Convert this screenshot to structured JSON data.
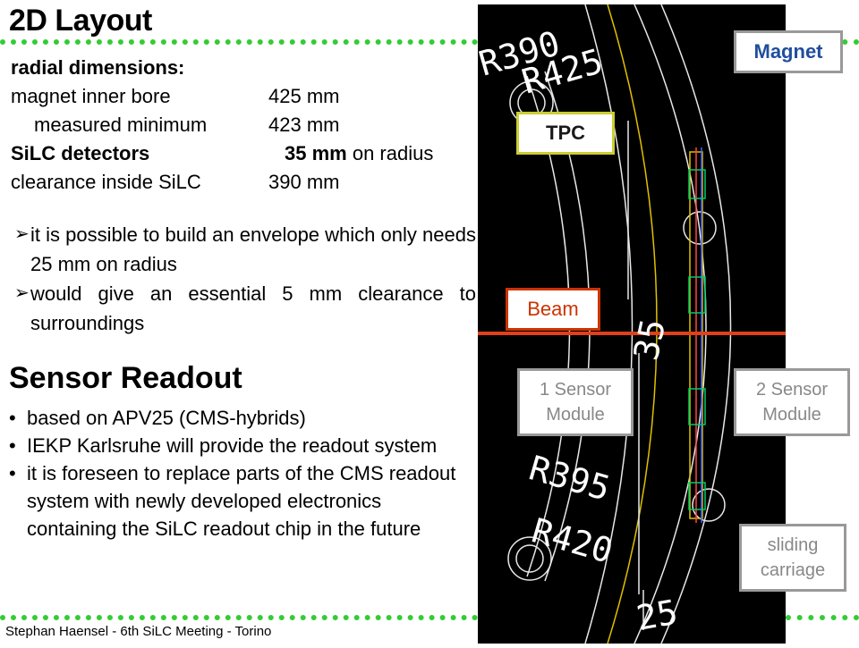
{
  "slide": {
    "title": "2D Layout",
    "footer": "Stephan Haensel - 6th SiLC Meeting - Torino"
  },
  "radial": {
    "heading": "radial dimensions:",
    "rows": [
      {
        "label": "magnet inner bore",
        "value": "425 mm"
      },
      {
        "label": "measured minimum",
        "value": "423 mm"
      },
      {
        "label": "SiLC detectors",
        "value": "35 mm",
        "suffix": " on radius"
      },
      {
        "label": "clearance inside SiLC",
        "value": "390 mm"
      }
    ],
    "arrow_items": [
      "it is possible to build an envelope which only needs 25 mm on radius",
      "would give an essential 5 mm clearance to surroundings"
    ]
  },
  "sensor": {
    "title": "Sensor Readout",
    "bullets": [
      "based on APV25 (CMS-hybrids)",
      "IEKP Karlsruhe will provide the readout system",
      "it is foreseen to replace parts of the CMS readout system with newly developed electronics containing the SiLC readout chip in the future"
    ]
  },
  "drawing": {
    "labels": {
      "r390": "R390",
      "r425": "R425",
      "r395": "R395",
      "r420": "R420",
      "d35": "35",
      "d25": "25"
    },
    "boxes": {
      "magnet": "Magnet",
      "tpc": "TPC",
      "beam": "Beam",
      "one_sensor_1": "1 Sensor",
      "one_sensor_2": "Module",
      "two_sensor_1": "2 Sensor",
      "two_sensor_2": "Module",
      "sliding_1": "sliding",
      "sliding_2": "carriage"
    }
  },
  "colors": {
    "dots": "#33cc33",
    "magnet_text": "#1f4e9e",
    "tpc": "#cccc33",
    "beam": "#cc3300",
    "gray_box": "#999999"
  }
}
